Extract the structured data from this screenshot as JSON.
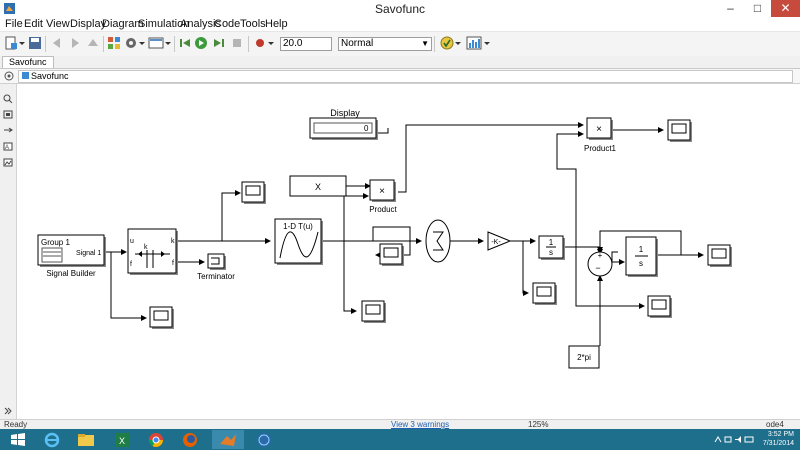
{
  "window": {
    "title": "Savofunc"
  },
  "menu": [
    "File",
    "Edit",
    "View",
    "Display",
    "Diagram",
    "Simulation",
    "Analysis",
    "Code",
    "Tools",
    "Help"
  ],
  "toolbar": {
    "stop_time": "20.0",
    "sim_mode": "Normal"
  },
  "tab": {
    "label": "Savofunc"
  },
  "address": {
    "path": "Savofunc"
  },
  "blocks": {
    "display_title": "Display",
    "display_value": "0",
    "constant_x": "X",
    "product_label": "Product",
    "product1_label": "Product1",
    "signal_builder_group": "Group 1",
    "signal_builder_signal": "Signal 1",
    "signal_builder_label": "Signal Builder",
    "terminator_label": "Terminator",
    "fcn_label": "1-D T(u)",
    "gain_label": "-K-",
    "integrator_num": "1",
    "integrator_den": "s",
    "constant_2pi": "2*pi",
    "product_symbol": "×",
    "product1_symbol": "×",
    "selector_port_u": "u",
    "selector_port_k": "k",
    "selector_port_f": "f",
    "selector_out_k": "k",
    "selector_out_f": "f"
  },
  "status": {
    "left": "Ready",
    "center": "View 3 warnings",
    "zoom": "125%",
    "solver": "ode4"
  },
  "clock": {
    "time": "3:52 PM",
    "date": "7/31/2014"
  }
}
